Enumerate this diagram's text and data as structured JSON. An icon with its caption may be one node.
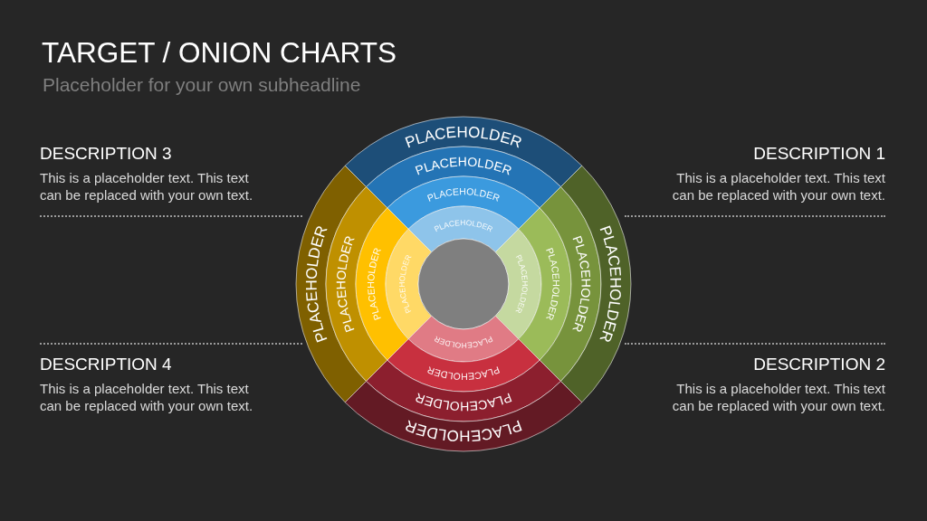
{
  "diagram": {
    "title": "TARGET / ONION CHARTS",
    "nodes": [
      {
        "text": [
          "PLACEHOLDER"
        ]
      },
      {
        "text": [
          "PLACEHOLDER"
        ]
      },
      {
        "text": [
          "PLACEHOLDER"
        ]
      },
      {
        "text": [
          "PLACEHOLDER"
        ]
      },
      {
        "text": [
          "PLACEHOLDER"
        ]
      },
      {
        "text": [
          "PLACEHOLDER"
        ]
      },
      {
        "text": [
          "PLACEHOLDER"
        ]
      },
      {
        "text": [
          "PLACEHOLDER"
        ]
      },
      {
        "text": [],
        "shape": "circle"
      },
      {
        "text": [
          "PLACEHOLDER"
        ]
      },
      {
        "text": [
          "PLACEHOLDER"
        ]
      },
      {
        "text": [
          "PLACEHOLDER"
        ]
      },
      {
        "text": [
          "PLACEHOLDER"
        ]
      },
      {
        "text": [
          "PLACEHOLDER"
        ]
      },
      {
        "text": [
          "PLACEHOLDER"
        ]
      },
      {
        "text": [
          "PLACEHOLDER"
        ]
      },
      {
        "text": [
          "PLACEHOLDER"
        ]
      }
    ],
    "labels": [
      "Placeholder for your own subheadline",
      "DESCRIPTION 3",
      "This is a placeholder text. This text can be replaced with your own text.",
      "DESCRIPTION 1",
      "This is a placeholder text. This text can be replaced with your own text.",
      "DESCRIPTION 4",
      "This is a placeholder text. This text can be replaced with your own text.",
      "DESCRIPTION 2",
      "This is a placeholder text. This text can be replaced with your own text."
    ]
  }
}
